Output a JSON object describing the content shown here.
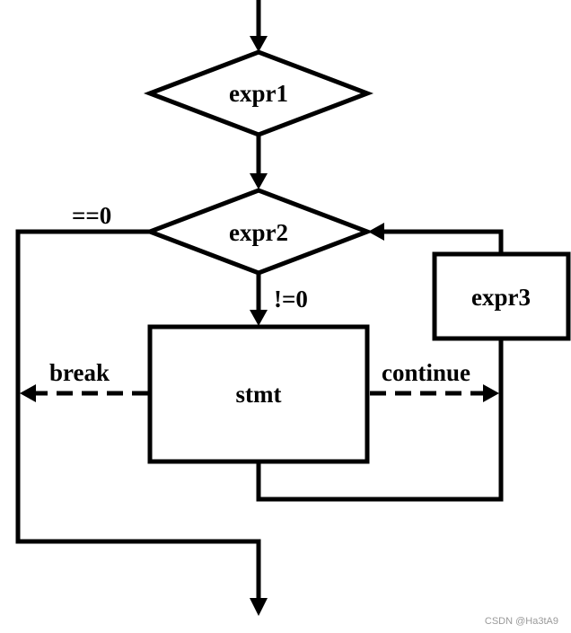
{
  "nodes": {
    "expr1": "expr1",
    "expr2": "expr2",
    "expr3": "expr3",
    "stmt": "stmt"
  },
  "edge_labels": {
    "zero": "==0",
    "nonzero": "!=0",
    "break": "break",
    "continue": "continue"
  },
  "watermark": "CSDN @Ha3tA9"
}
